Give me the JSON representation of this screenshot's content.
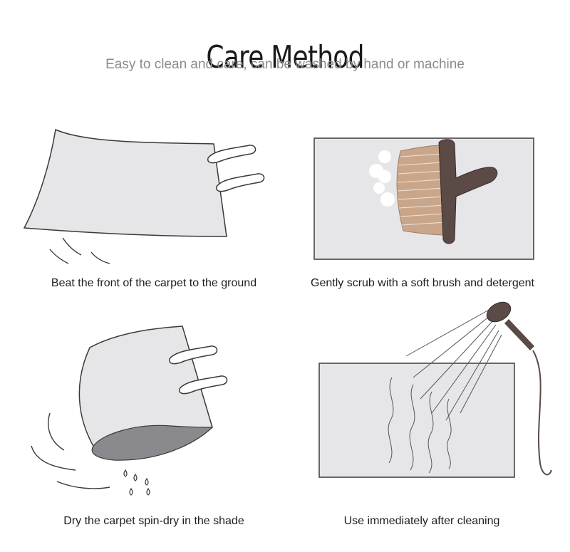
{
  "header": {
    "title": "Care Method",
    "subtitle": "Easy to clean and care, can be washed by hand or machine"
  },
  "steps": [
    {
      "caption": "Beat the front of the carpet to the ground",
      "icon": "beat-carpet-icon"
    },
    {
      "caption": "Gently scrub with a soft brush and detergent",
      "icon": "scrub-brush-icon"
    },
    {
      "caption": "Dry the carpet spin-dry in the shade",
      "icon": "spin-dry-icon"
    },
    {
      "caption": "Use immediately after cleaning",
      "icon": "shower-rinse-icon"
    }
  ],
  "colors": {
    "carpet_fill": "#e6e6e8",
    "outline": "#3a3a3a",
    "brush_handle": "#5b4a46",
    "bristles": "#c9a68a",
    "underside": "#8a8a8e"
  }
}
